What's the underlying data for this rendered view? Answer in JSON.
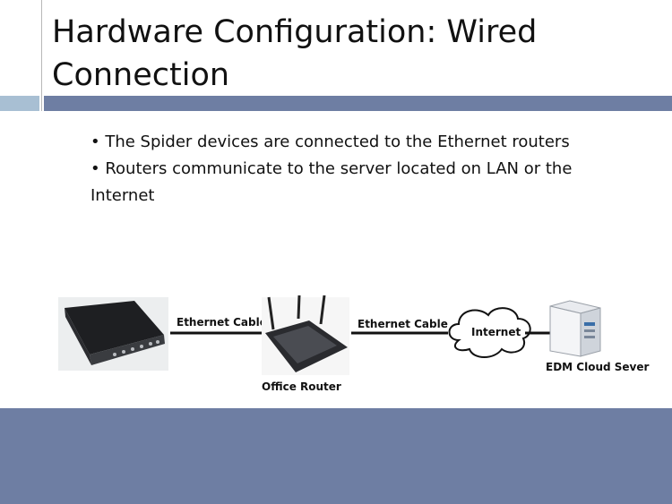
{
  "slide": {
    "title": "Hardware Configuration: Wired Connection",
    "bullets": [
      "• The Spider devices are connected to the Ethernet routers",
      "• Routers communicate to the server located on LAN or the Internet"
    ]
  },
  "diagram": {
    "labels": {
      "cable_1": "Ethernet Cable",
      "cable_2": "Ethernet Cable",
      "router": "Office Router",
      "cloud": "Internet",
      "server": "EDM Cloud Sever"
    }
  },
  "colors": {
    "band": "#6e7ea3",
    "accent_light": "#a8bfd3"
  }
}
